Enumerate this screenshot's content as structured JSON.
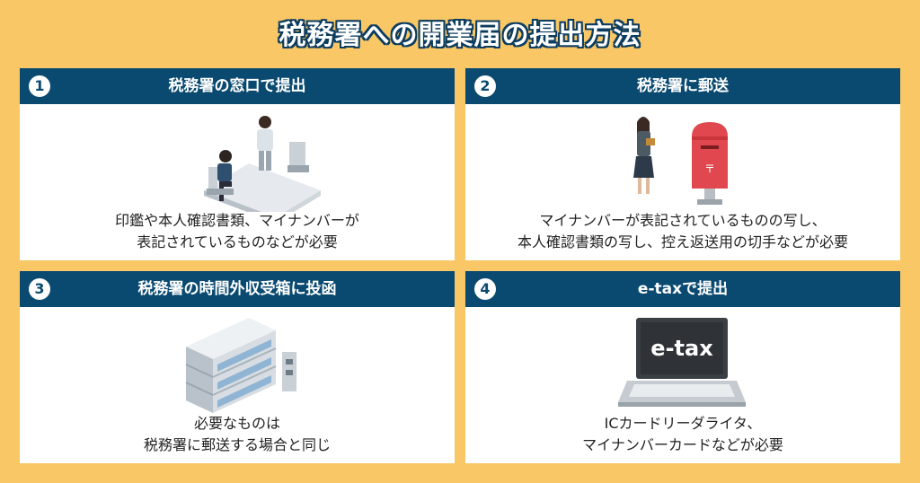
{
  "title": "税務署への開業届の提出方法",
  "cards": [
    {
      "number": "1",
      "title": "税務署の窓口で提出",
      "desc": [
        "印鑑や本人確認書類、マイナンバーが",
        "表記されているものなどが必要"
      ],
      "illustration": "office-counter-illustration"
    },
    {
      "number": "2",
      "title": "税務署に郵送",
      "desc": [
        "マイナンバーが表記されているものの写し、",
        "本人確認書類の写し、控え返送用の切手などが必要"
      ],
      "illustration": "mailbox-illustration"
    },
    {
      "number": "3",
      "title": "税務署の時間外収受箱に投函",
      "desc": [
        "必要なものは",
        "税務署に郵送する場合と同じ"
      ],
      "illustration": "building-illustration"
    },
    {
      "number": "4",
      "title": "e-taxで提出",
      "desc": [
        "ICカードリーダライタ、",
        "マイナンバーカードなどが必要"
      ],
      "illustration": "laptop-illustration",
      "screen_text": "e-tax"
    }
  ]
}
